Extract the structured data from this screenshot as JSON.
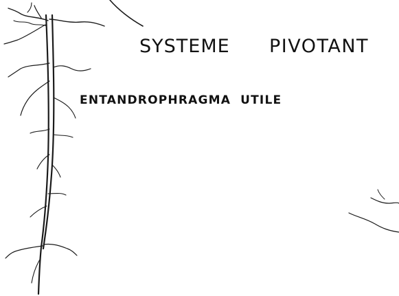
{
  "title": {
    "word_1": "SYSTEME",
    "word_2": "PIVOTANT"
  },
  "subtitle": {
    "genus": "ENTANDROPHRAGMA",
    "species": "UTILE"
  },
  "colors": {
    "background": "#ffffff",
    "ink": "#1a1a1a"
  }
}
